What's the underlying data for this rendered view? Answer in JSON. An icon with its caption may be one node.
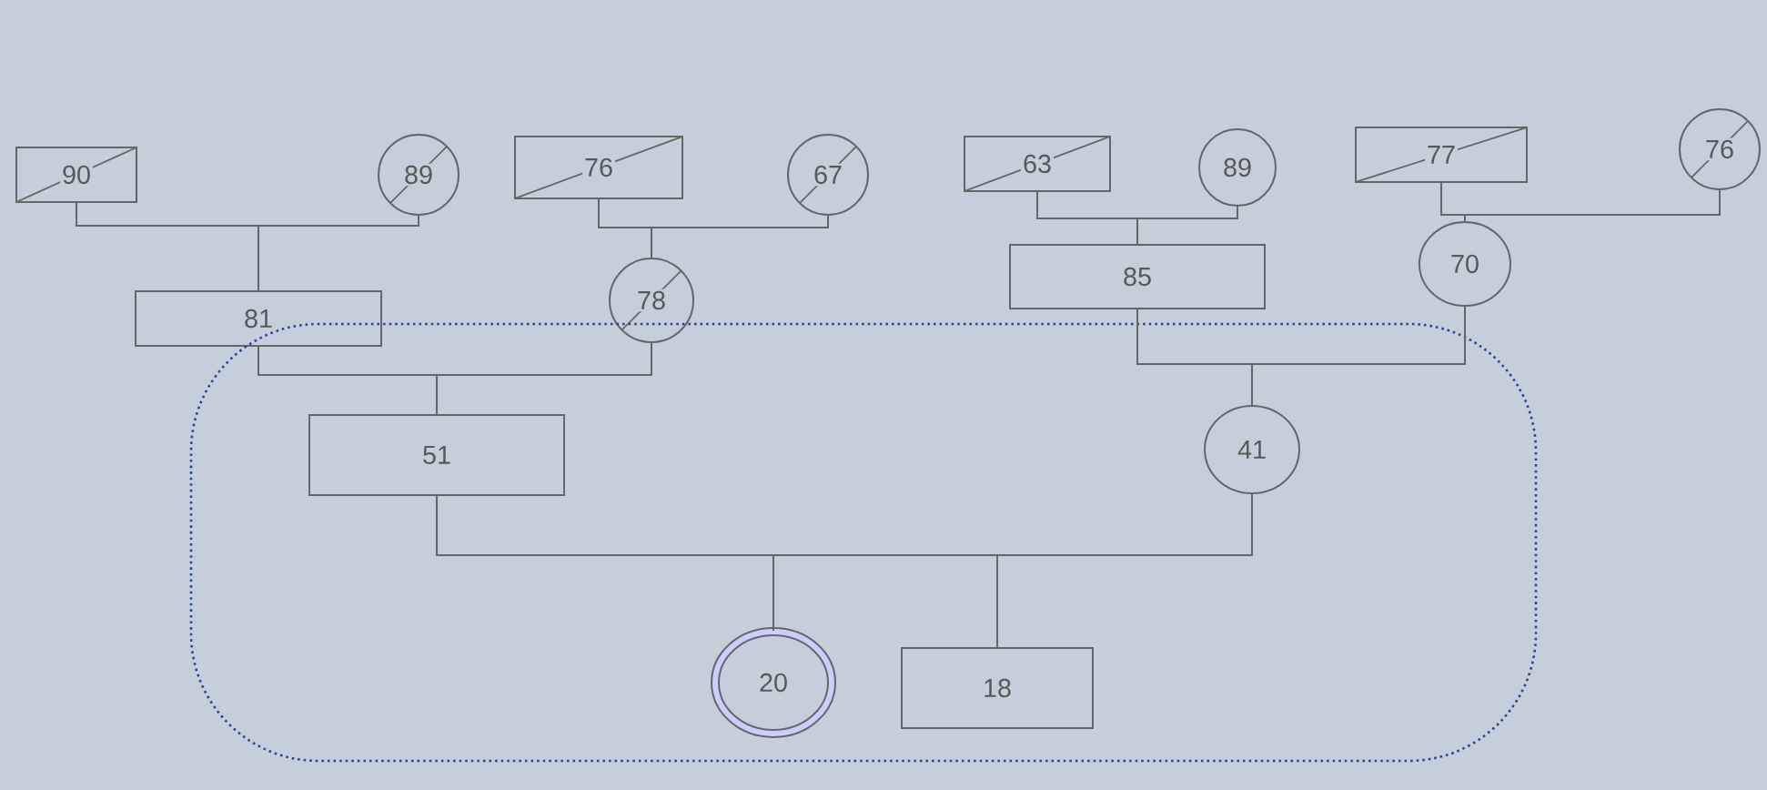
{
  "diagram": {
    "nodes": [
      {
        "text": [
          "90"
        ]
      },
      {
        "text": [
          "89"
        ]
      },
      {
        "text": [
          "76"
        ]
      },
      {
        "text": [
          "67"
        ]
      },
      {
        "text": [
          "63"
        ]
      },
      {
        "text": [
          "89"
        ]
      },
      {
        "text": [
          "77"
        ]
      },
      {
        "text": [
          "76"
        ]
      },
      {
        "text": [
          "81"
        ]
      },
      {
        "text": [
          "78"
        ]
      },
      {
        "text": [
          "85"
        ]
      },
      {
        "text": [
          "70"
        ]
      },
      {
        "text": [],
        "shape": "cloud"
      },
      {
        "text": [
          "51"
        ],
        "in": 12
      },
      {
        "text": [
          "41"
        ],
        "in": 12
      },
      {
        "text": [
          "20"
        ],
        "in": 12
      },
      {
        "text": [
          "18"
        ],
        "in": 12
      }
    ],
    "edges": [
      {
        "from": 0,
        "to": 8,
        "arrow": "none"
      },
      {
        "from": 1,
        "to": 8,
        "arrow": "none"
      },
      {
        "from": 2,
        "to": 9,
        "arrow": "none"
      },
      {
        "from": 3,
        "to": 9,
        "arrow": "none"
      },
      {
        "from": 4,
        "to": 10,
        "arrow": "none"
      },
      {
        "from": 5,
        "to": 10,
        "arrow": "none"
      },
      {
        "from": 6,
        "to": 11,
        "arrow": "none"
      },
      {
        "from": 7,
        "to": 11,
        "arrow": "none"
      },
      {
        "from": 8,
        "to": 13,
        "arrow": "none"
      },
      {
        "from": 9,
        "to": 13,
        "arrow": "none"
      },
      {
        "from": 10,
        "to": 14,
        "arrow": "none"
      },
      {
        "from": 11,
        "to": 14,
        "arrow": "none"
      },
      {
        "from": 13,
        "to": 15,
        "arrow": "none"
      },
      {
        "from": 13,
        "to": 16,
        "arrow": "none"
      },
      {
        "from": 14,
        "to": 15,
        "arrow": "none"
      },
      {
        "from": 14,
        "to": 16,
        "arrow": "none"
      }
    ]
  }
}
